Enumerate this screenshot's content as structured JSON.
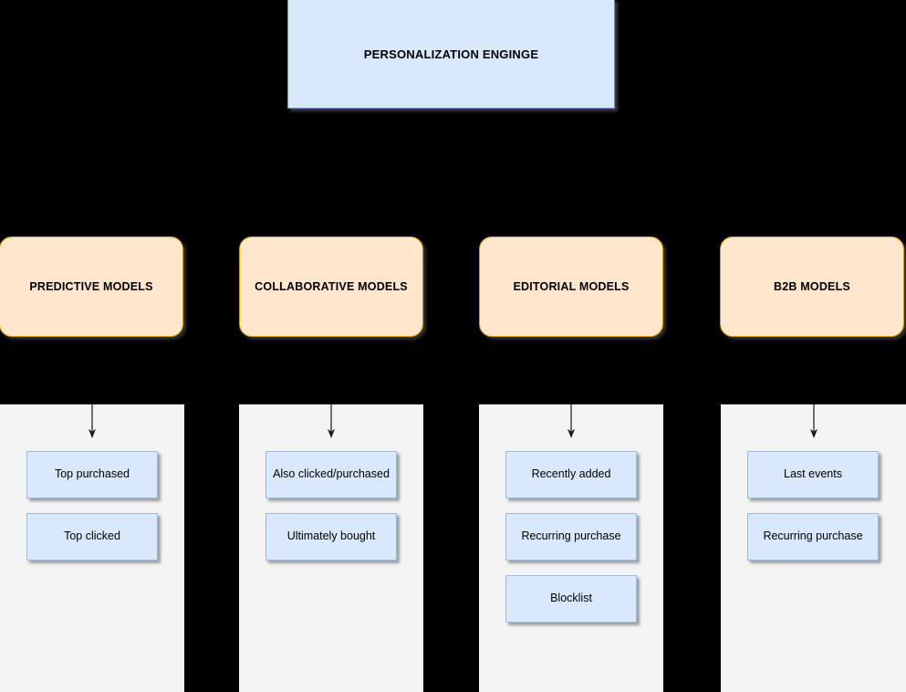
{
  "diagram": {
    "background_color": "#000000",
    "root": {
      "label": "PERSONALIZATION ENGINGE",
      "fill_color": "#dae8fc",
      "stroke_color": "#6c8ebf"
    },
    "category_fill_color": "#ffe6cc",
    "category_stroke_color": "#d79b00",
    "column_background_color": "#f4f4f4",
    "leaf_fill_color": "#dae8fc",
    "leaf_stroke_color": "#9dbbe0",
    "columns": [
      {
        "category_label": "PREDICTIVE MODELS",
        "arrow_name": "arrow-to-predictive-items",
        "items": [
          {
            "label": "Top purchased"
          },
          {
            "label": "Top clicked"
          }
        ]
      },
      {
        "category_label": "COLLABORATIVE MODELS",
        "arrow_name": "arrow-to-collaborative-items",
        "items": [
          {
            "label": "Also clicked/purchased"
          },
          {
            "label": "Ultimately bought"
          }
        ]
      },
      {
        "category_label": "EDITORIAL MODELS",
        "arrow_name": "arrow-to-editorial-items",
        "items": [
          {
            "label": "Recently added"
          },
          {
            "label": "Recurring purchase"
          },
          {
            "label": "Blocklist"
          }
        ]
      },
      {
        "category_label": "B2B MODELS",
        "arrow_name": "arrow-to-b2b-items",
        "items": [
          {
            "label": "Last events"
          },
          {
            "label": "Recurring purchase"
          }
        ]
      }
    ]
  }
}
